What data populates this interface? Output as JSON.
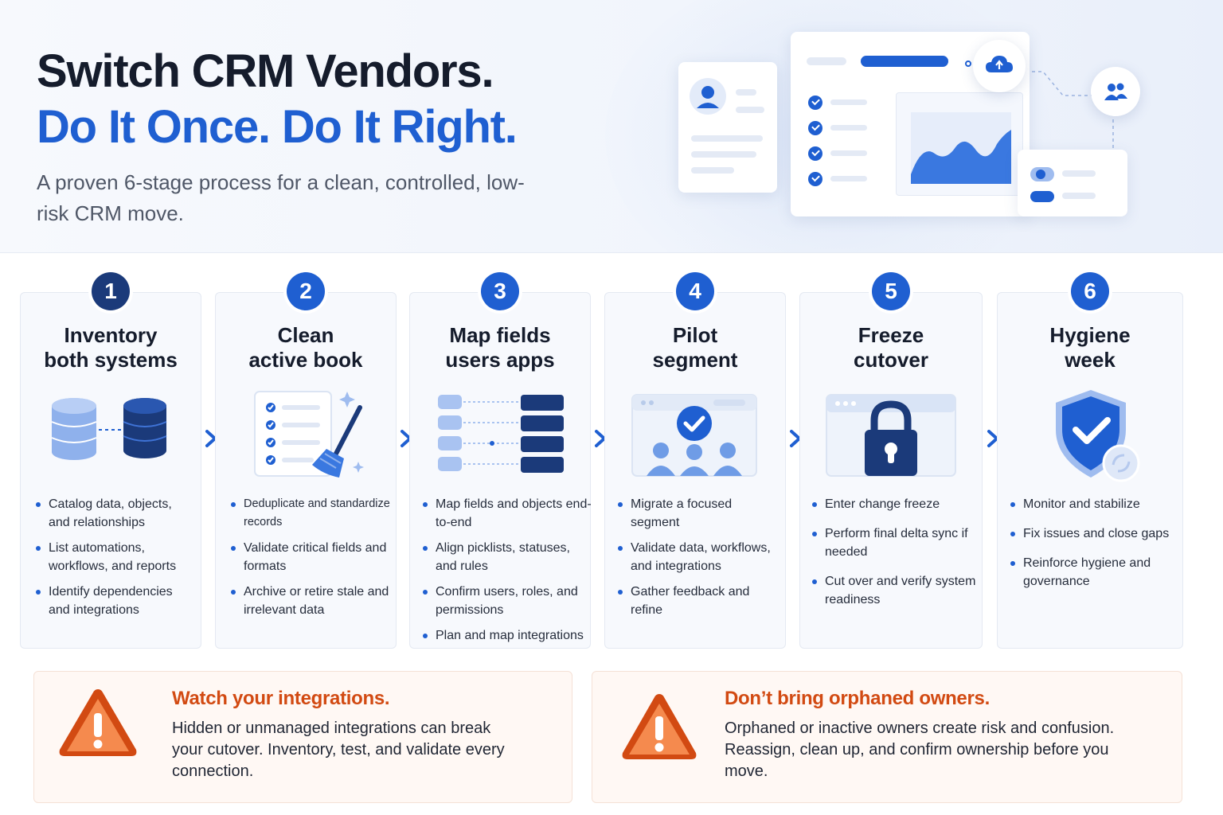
{
  "header": {
    "title_line1": "Switch CRM Vendors.",
    "title_line2": "Do It Once. Do It Right.",
    "subtitle": "A proven 6-stage process for a clean, controlled, low-risk CRM move."
  },
  "colors": {
    "primary_blue": "#1f5fd1",
    "dark_navy": "#1b3a7a",
    "warning_orange": "#d24a12",
    "warning_fill": "#f26a2e"
  },
  "stages": [
    {
      "number": "1",
      "title_line1": "Inventory",
      "title_line2": "both systems",
      "icon": "database-sync-icon",
      "bullets": [
        "Catalog data, objects, and relationships",
        "List automations, workflows, and reports",
        "Identify dependencies and integrations"
      ]
    },
    {
      "number": "2",
      "title_line1": "Clean",
      "title_line2": "active book",
      "icon": "checklist-broom-icon",
      "bullets": [
        "Deduplicate and standardize records",
        "Validate critical fields and formats",
        "Archive or retire stale and irrelevant data"
      ]
    },
    {
      "number": "3",
      "title_line1": "Map fields",
      "title_line2": "users apps",
      "icon": "field-mapping-icon",
      "bullets": [
        "Map fields and objects end-to-end",
        "Align picklists, statuses, and rules",
        "Confirm users, roles, and permissions",
        "Plan and map integrations"
      ]
    },
    {
      "number": "4",
      "title_line1": "Pilot",
      "title_line2": "segment",
      "icon": "pilot-users-icon",
      "bullets": [
        "Migrate a focused segment",
        "Validate data, workflows, and integrations",
        "Gather feedback and refine"
      ]
    },
    {
      "number": "5",
      "title_line1": "Freeze",
      "title_line2": "cutover",
      "icon": "padlock-icon",
      "bullets": [
        "Enter change freeze",
        "Perform final delta sync if needed",
        "Cut over and verify system readiness"
      ]
    },
    {
      "number": "6",
      "title_line1": "Hygiene",
      "title_line2": "week",
      "icon": "shield-check-icon",
      "bullets": [
        "Monitor and stabilize",
        "Fix issues and close gaps",
        "Reinforce hygiene and governance"
      ]
    }
  ],
  "warnings": [
    {
      "title": "Watch your integrations.",
      "text": "Hidden or unmanaged integrations can break your cutover. Inventory, test, and validate every connection.",
      "icon": "warning-triangle-icon"
    },
    {
      "title": "Don’t bring orphaned owners.",
      "text": "Orphaned or inactive owners create risk and confusion. Reassign, clean up, and confirm ownership before you move.",
      "icon": "warning-triangle-icon"
    }
  ]
}
